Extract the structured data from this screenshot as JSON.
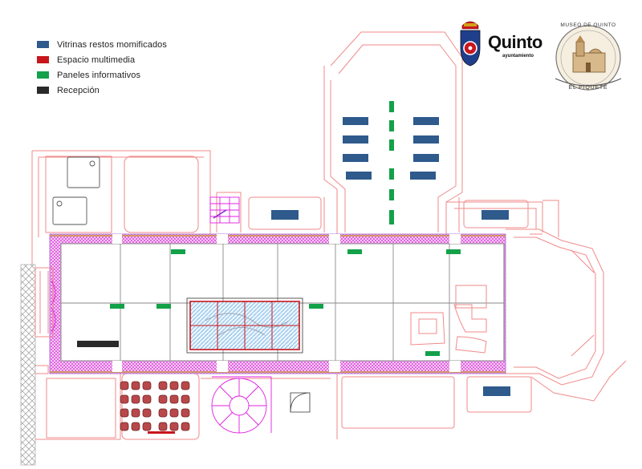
{
  "legend": {
    "items": [
      {
        "label": "Vitrinas restos momificados",
        "color": "#2e5a8c"
      },
      {
        "label": "Espacio multimedia",
        "color": "#c8161d"
      },
      {
        "label": "Paneles informativos",
        "color": "#13a14a"
      },
      {
        "label": "Recepción",
        "color": "#2a2a2a"
      }
    ]
  },
  "logos": {
    "town_name": "Quinto",
    "town_sub": "ayuntamiento",
    "seal_top": "MUSEO DE QUINTO",
    "seal_bottom": "EL PIQUETE"
  },
  "colors": {
    "wall_line": "#f08a8a",
    "grid_line": "#8a8a8a",
    "pink_hatch": "#e040e0",
    "stair_line": "#e020e0",
    "multimedia_hatch": "#7ab8e8",
    "gravel": "#9a9a9a"
  }
}
